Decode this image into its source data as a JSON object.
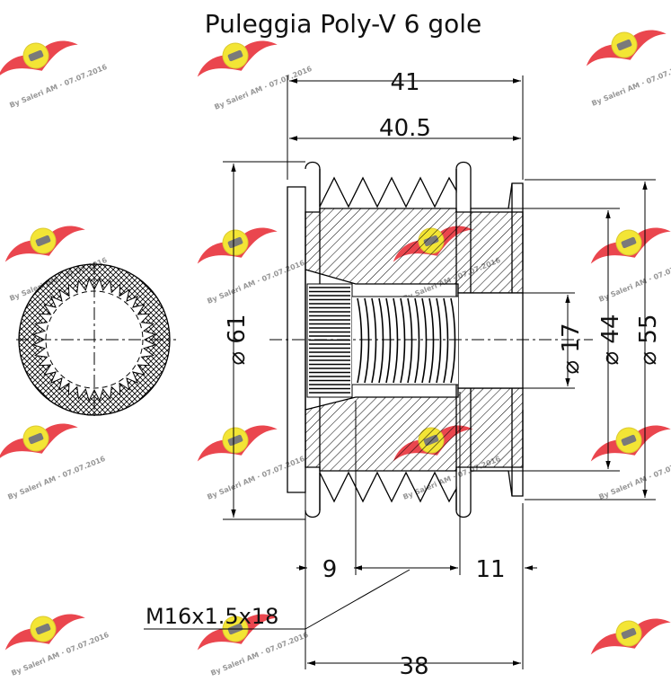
{
  "title": "Puleggia Poly-V 6 gole",
  "thread_callout": "M16x1.5x18",
  "dimensions": {
    "overall_length": "41",
    "pulley_length": "40.5",
    "diameter_outer": "61",
    "diameter_bore": "17",
    "diameter_hub": "44",
    "diameter_flange": "55",
    "spline_depth": "9",
    "hub_length": "11",
    "body_length": "38"
  },
  "watermark": {
    "text": "By Saleri AM · 07.07.2016",
    "colors": {
      "wing": "#e8323a",
      "disc": "#f2e21f",
      "text": "#8a8a8a"
    }
  },
  "colors": {
    "line": "#000000",
    "hatch": "#000000",
    "background": "#ffffff"
  }
}
